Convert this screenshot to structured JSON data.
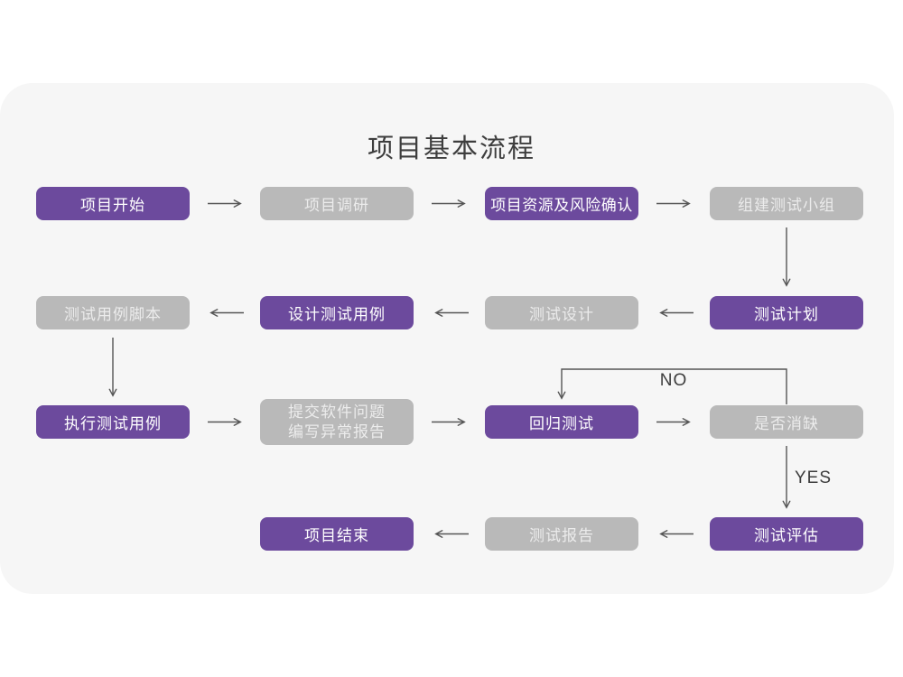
{
  "page": {
    "title": "项目基本流程",
    "background": "#ffffff",
    "card_background": "#f6f6f6"
  },
  "colors": {
    "node_purple": "#6c4a9d",
    "node_gray": "#b9b9b9",
    "purple_text": "#ffffff",
    "gray_text": "#ececec",
    "arrow": "#555555",
    "title_text": "#3e3e3e"
  },
  "flowchart": {
    "title": "项目基本流程",
    "no_label": "NO",
    "yes_label": "YES",
    "nodes": [
      {
        "id": "project-start",
        "label": "项目开始",
        "type": "purple",
        "row": 1,
        "col": 1
      },
      {
        "id": "project-research",
        "label": "项目调研",
        "type": "gray",
        "row": 1,
        "col": 2
      },
      {
        "id": "resources-risk-confirm",
        "label": "项目资源及风险确认",
        "type": "purple",
        "row": 1,
        "col": 3
      },
      {
        "id": "build-test-team",
        "label": "组建测试小组",
        "type": "gray",
        "row": 1,
        "col": 4
      },
      {
        "id": "test-plan",
        "label": "测试计划",
        "type": "purple",
        "row": 2,
        "col": 4
      },
      {
        "id": "test-design",
        "label": "测试设计",
        "type": "gray",
        "row": 2,
        "col": 3
      },
      {
        "id": "design-test-cases",
        "label": "设计测试用例",
        "type": "purple",
        "row": 2,
        "col": 2
      },
      {
        "id": "test-case-script",
        "label": "测试用例脚本",
        "type": "gray",
        "row": 2,
        "col": 1
      },
      {
        "id": "execute-test-cases",
        "label": "执行测试用例",
        "type": "purple",
        "row": 3,
        "col": 1
      },
      {
        "id": "submit-issues-report",
        "label_line1": "提交软件问题",
        "label_line2": "编写异常报告",
        "type": "gray",
        "row": 3,
        "col": 2
      },
      {
        "id": "regression-test",
        "label": "回归测试",
        "type": "purple",
        "row": 3,
        "col": 3
      },
      {
        "id": "defect-cleared",
        "label": "是否消缺",
        "type": "gray",
        "row": 3,
        "col": 4
      },
      {
        "id": "test-evaluation",
        "label": "测试评估",
        "type": "purple",
        "row": 4,
        "col": 4
      },
      {
        "id": "test-report",
        "label": "测试报告",
        "type": "gray",
        "row": 4,
        "col": 3
      },
      {
        "id": "project-end",
        "label": "项目结束",
        "type": "purple",
        "row": 4,
        "col": 2
      }
    ],
    "edges": [
      {
        "from": "project-start",
        "to": "project-research"
      },
      {
        "from": "project-research",
        "to": "resources-risk-confirm"
      },
      {
        "from": "resources-risk-confirm",
        "to": "build-test-team"
      },
      {
        "from": "build-test-team",
        "to": "test-plan"
      },
      {
        "from": "test-plan",
        "to": "test-design"
      },
      {
        "from": "test-design",
        "to": "design-test-cases"
      },
      {
        "from": "design-test-cases",
        "to": "test-case-script"
      },
      {
        "from": "test-case-script",
        "to": "execute-test-cases"
      },
      {
        "from": "execute-test-cases",
        "to": "submit-issues-report"
      },
      {
        "from": "submit-issues-report",
        "to": "regression-test"
      },
      {
        "from": "regression-test",
        "to": "defect-cleared"
      },
      {
        "from": "defect-cleared",
        "to": "regression-test",
        "label": "NO"
      },
      {
        "from": "defect-cleared",
        "to": "test-evaluation",
        "label": "YES"
      },
      {
        "from": "test-evaluation",
        "to": "test-report"
      },
      {
        "from": "test-report",
        "to": "project-end"
      }
    ]
  }
}
